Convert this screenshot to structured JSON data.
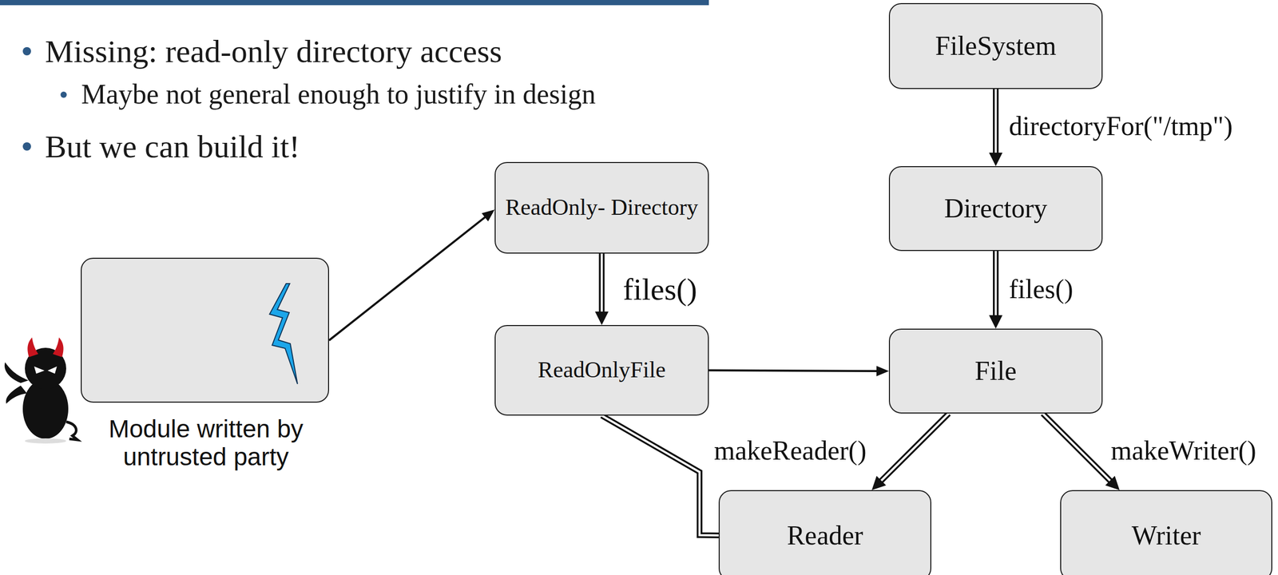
{
  "diagram": {
    "nodes": [
      {
        "text": [
          "Module written by untrusted party"
        ]
      },
      {
        "text": [
          "ReadOnly- Directory"
        ]
      },
      {
        "text": [
          "ReadOnlyFile"
        ]
      },
      {
        "text": [
          "FileSystem"
        ]
      },
      {
        "text": [
          "Directory"
        ]
      },
      {
        "text": [
          "File"
        ]
      },
      {
        "text": [
          "Reader"
        ]
      },
      {
        "text": [
          "Writer"
        ]
      }
    ],
    "edges": [
      {
        "from": 0,
        "to": 1,
        "arrow": "to"
      },
      {
        "from": 1,
        "to": 2,
        "label": "files()",
        "arrow": "to"
      },
      {
        "from": 2,
        "to": 5,
        "arrow": "to"
      },
      {
        "from": 2,
        "to": 6,
        "arrow": "none"
      },
      {
        "from": 3,
        "to": 4,
        "label": "directoryFor(\"/tmp\")",
        "arrow": "to"
      },
      {
        "from": 4,
        "to": 5,
        "label": "files()",
        "arrow": "to"
      },
      {
        "from": 5,
        "to": 6,
        "label": "makeReader()",
        "arrow": "to"
      },
      {
        "from": 5,
        "to": 7,
        "label": "makeWriter()",
        "arrow": "to"
      }
    ],
    "labels": [
      "Missing: read-only directory access",
      "Maybe not general enough to justify in design",
      "But we can build it!"
    ]
  }
}
